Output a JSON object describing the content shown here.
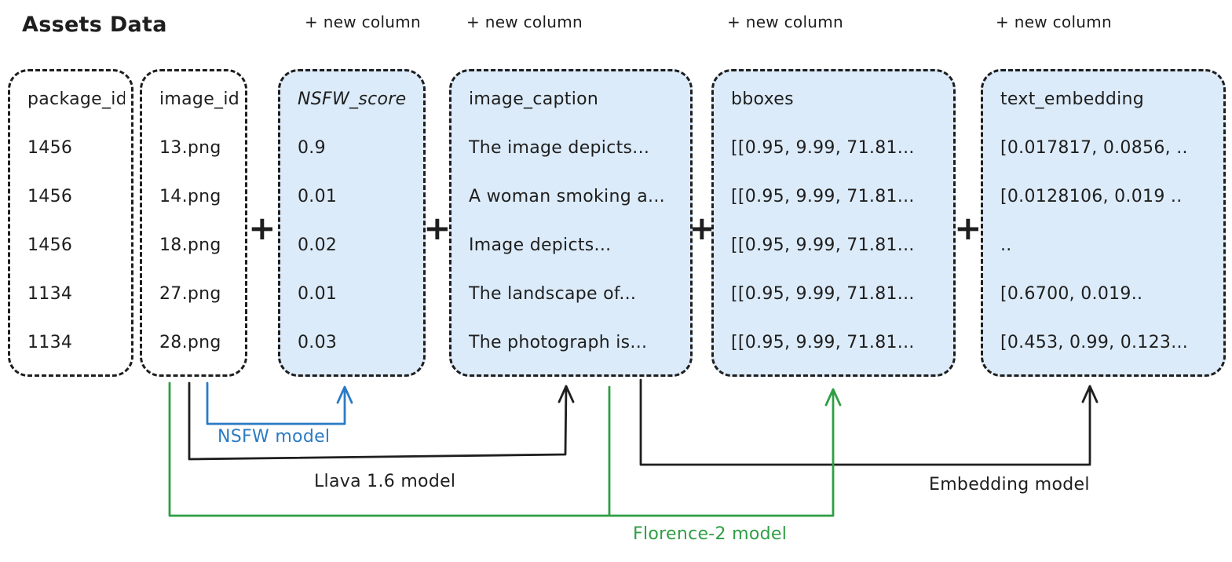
{
  "title": "Assets Data",
  "new_column_label": "+ new column",
  "plus_operator": "+",
  "colors": {
    "ink": "#1e1e1e",
    "accent_blue": "#2b7bc4",
    "accent_green": "#2f9e44",
    "new_column_fill": "#dcebf9"
  },
  "table": {
    "columns": [
      {
        "header": "package_id",
        "kind": "base",
        "rows": [
          "1456",
          "1456",
          "1456",
          "1134",
          "1134"
        ]
      },
      {
        "header": "image_id",
        "kind": "base",
        "rows": [
          "13.png",
          "14.png",
          "18.png",
          "27.png",
          "28.png"
        ]
      },
      {
        "header": "NSFW_score",
        "kind": "new",
        "rows": [
          "0.9",
          "0.01",
          "0.02",
          "0.01",
          "0.03"
        ]
      },
      {
        "header": "image_caption",
        "kind": "new",
        "rows": [
          "The image depicts...",
          "A woman smoking a...",
          "Image depicts...",
          "The landscape of...",
          "The photograph is..."
        ]
      },
      {
        "header": "bboxes",
        "kind": "new",
        "rows": [
          "[[0.95, 9.99, 71.81...",
          "[[0.95, 9.99, 71.81...",
          "[[0.95, 9.99, 71.81...",
          "[[0.95, 9.99, 71.81...",
          "[[0.95, 9.99, 71.81..."
        ]
      },
      {
        "header": "text_embedding",
        "kind": "new",
        "rows": [
          "[0.017817, 0.0856, ..",
          "[0.0128106, 0.019 ..",
          "..",
          "[0.6700, 0.019..",
          "[0.453, 0.99, 0.123..."
        ]
      }
    ]
  },
  "models": {
    "nsfw": {
      "label": "NSFW model"
    },
    "llava": {
      "label": "Llava 1.6 model"
    },
    "florence": {
      "label": "Florence-2 model"
    },
    "embedding": {
      "label": "Embedding model"
    }
  }
}
